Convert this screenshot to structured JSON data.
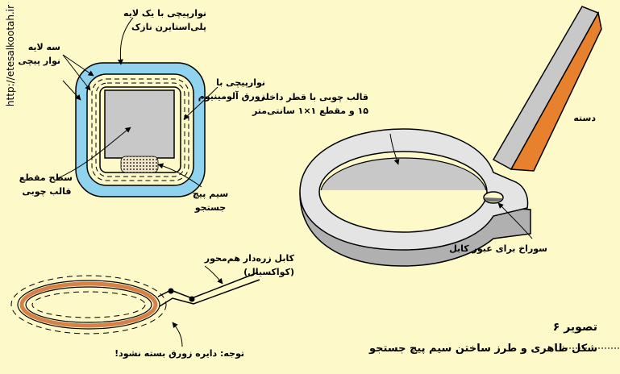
{
  "site_url": "http://etesalkootah.ir",
  "labels": {
    "single_layer_tape_line1": "نوارپیچی با یک لایه",
    "single_layer_tape_line2": "پلی‌استایرن نازک",
    "three_layer_line1": "سه لایه",
    "three_layer_line2": "نوار پیچی",
    "aluminum_tape_line1": "نوارپیچی با",
    "aluminum_tape_line2": "زورق آلومینیوم",
    "section_line1": "سطح مقطع",
    "section_line2": "قالب چوبی",
    "coil_wire_line1": "سیم پیچ",
    "coil_wire_line2": "جستجو",
    "coax_line1": "کابل زره‌دار هم‌محور",
    "coax_line2": "(کواکسیال)",
    "note": "توجه: دایره زورق بسته نشود!",
    "mold_line1": "قالب چوبی با قطر داخلی",
    "mold_line2": "۱۵ و مقطع ۱×۱ سانتی‌متر",
    "handle": "دسته",
    "cable_hole": "سوراخ برای عبور کابل"
  },
  "caption": {
    "figure_number": "تصویر ۶",
    "title": "شکل ظاهری و طرز ساختن سیم پیچ جستجو"
  },
  "colors": {
    "background": "#fdf9c9",
    "insulation_blue": "#8fd3ef",
    "wood_section": "#c8c8c8",
    "copper": "#d4824a",
    "handle_orange": "#e8812e",
    "ring_top": "#e4e4e4",
    "ring_side": "#b0b0b0"
  }
}
